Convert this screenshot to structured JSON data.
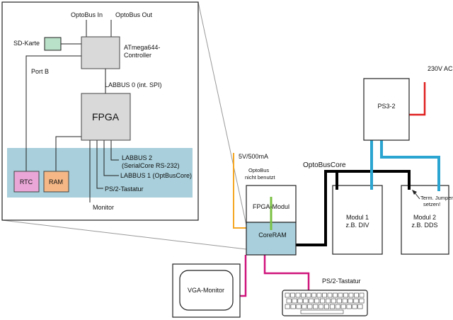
{
  "colors": {
    "box_fill": "#d9d9d9",
    "sd_card": "#b9e0c8",
    "rtc": "#e9a6d6",
    "ram": "#f4b785",
    "lightblue": "#a8cfdb",
    "cable_black": "#000000",
    "cable_blue": "#2aa4d0",
    "cable_red": "#e02020",
    "cable_orange": "#f5a623",
    "cable_green": "#7ac143",
    "cable_magenta": "#d0147c"
  },
  "detail": {
    "optobus_in": "OptoBus In",
    "optobus_out": "OptoBus Out",
    "sd_card": "SD-Karte",
    "atmega_line1": "ATmega644-",
    "atmega_line2": "Controller",
    "port_b": "Port B",
    "labbus0": "LABBUS 0 (int. SPI)",
    "fpga": "FPGA",
    "labbus2_line1": "LABBUS 2",
    "labbus2_line2": "(SerialCore RS-232)",
    "labbus1": "LABBUS 1 (OptBusCore)",
    "rtc": "RTC",
    "ram": "RAM",
    "ps2_tastatur": "PS/2-Tastatur",
    "monitor": "Monitor"
  },
  "system": {
    "power_label": "5V/500mA",
    "optobus_unused_line1": "OptoBus",
    "optobus_unused_line2": "nicht benutzt",
    "fpga_modul": "FPGA-Modul",
    "coreram": "CoreRAM",
    "optobuscore": "OptoBusCore",
    "ps3_2": "PS3-2",
    "ac_label": "230V AC",
    "modul1_line1": "Modul 1",
    "modul1_line2": "z.B. DIV",
    "modul2_line1": "Modul 2",
    "modul2_line2": "z.B. DDS",
    "term_jumper_line1": "Term. Jumper",
    "term_jumper_line2": "setzen!",
    "vga_monitor": "VGA-Monitor",
    "ps2_tastatur": "PS/2-Tastatur"
  }
}
